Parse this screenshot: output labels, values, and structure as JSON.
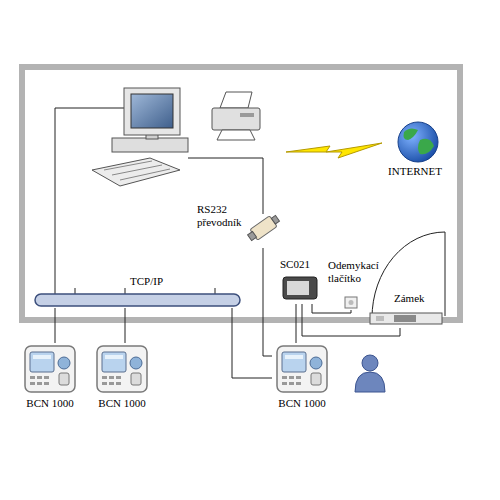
{
  "diagram": {
    "nodes": [
      {
        "text": [
          "INTERNET"
        ]
      },
      {
        "text": [
          "RS232 převodník"
        ]
      },
      {
        "text": [
          "TCP/IP"
        ]
      },
      {
        "text": [
          "SC021"
        ]
      },
      {
        "text": [
          "Odemykací tlačítko"
        ]
      },
      {
        "text": [
          "Zámek"
        ]
      },
      {
        "text": [
          "BCN 1000"
        ]
      },
      {
        "text": [
          "BCN 1000"
        ]
      },
      {
        "text": [
          "BCN 1000"
        ]
      }
    ],
    "edges": [
      {
        "from": 2,
        "to": 6,
        "arrow": "none"
      },
      {
        "from": 2,
        "to": 7,
        "arrow": "none"
      },
      {
        "from": 2,
        "to": 8,
        "arrow": "none"
      },
      {
        "from": 1,
        "to": 8,
        "arrow": "none"
      },
      {
        "from": 3,
        "to": 8,
        "arrow": "none"
      },
      {
        "from": 3,
        "to": 4,
        "arrow": "none"
      },
      {
        "from": 3,
        "to": 5,
        "arrow": "none"
      }
    ]
  }
}
